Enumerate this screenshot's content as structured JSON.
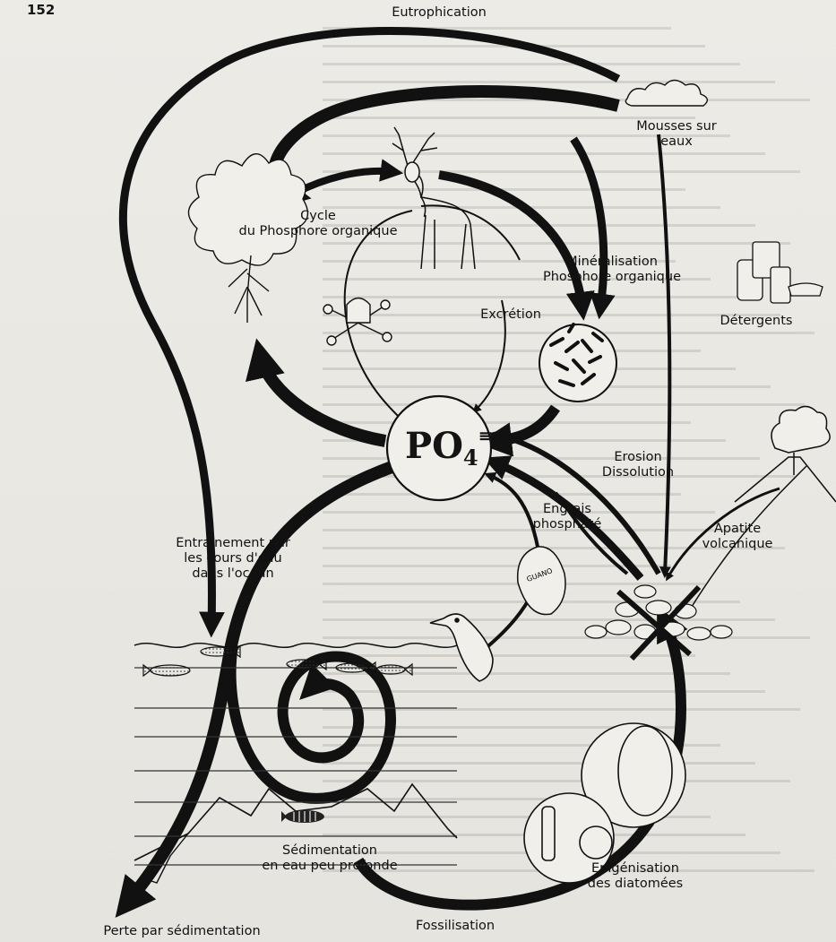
{
  "page_number": "152",
  "center": {
    "formula": "PO",
    "subscript": "4",
    "charge": "≡"
  },
  "labels": {
    "eutrophication": "Eutrophication",
    "mousses": "Mousses sur\neaux",
    "cycle": "Cycle\ndu Phosphore organique",
    "mineralisation": "Minéralisation\nPhosphore organique",
    "detergents": "Détergents",
    "excretion": "Excrétion",
    "erosion": "Erosion\nDissolution",
    "engrais": "Engrais\nphosphaté",
    "apatite": "Apatite\nvolcanique",
    "entrainement": "Entraînement par\nles cours d'eau\ndans l'océan",
    "sedimentation": "Sédimentation\nen eau peu profonde",
    "epigenisation": "Epigénisation\ndes diatomées",
    "fossilisation": "Fossilisation",
    "perte": "Perte par sédimentation"
  },
  "guano_text": "GUANO"
}
